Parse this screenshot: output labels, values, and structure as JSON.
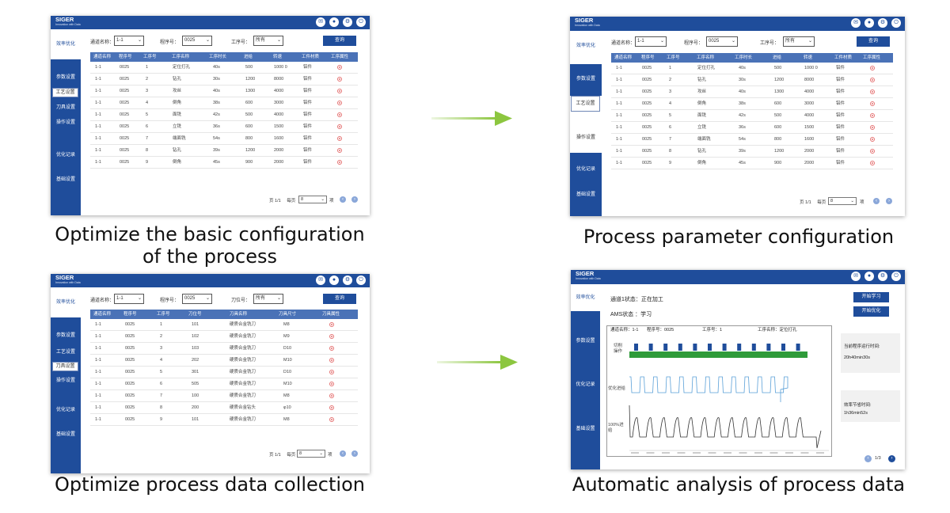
{
  "app": {
    "brand": "SIGER",
    "brand_sub": "Innovation with Data"
  },
  "top_icons": [
    "chat-icon",
    "user-icon",
    "settings-icon",
    "power-icon"
  ],
  "captions": {
    "p1": "Optimize the basic configuration of the process",
    "p2": "Process parameter configuration",
    "p3": "Optimize process data collection",
    "p4": "Automatic analysis of process data"
  },
  "sidebar": {
    "efficiency": "效率优化",
    "params": "参数设置",
    "process": "工艺设置",
    "tool": "刀具设置",
    "operation": "操作设置",
    "optimize_record": "优化记录",
    "basic": "基础设置"
  },
  "filters": {
    "channel_label": "通道名称：",
    "channel_value": "1-1",
    "program_label": "程序号：",
    "program_value": "0025",
    "step_label": "工序号：",
    "tool_pos_label": "刀位号：",
    "all_value": "所有",
    "query": "查询"
  },
  "process_table": {
    "headers": [
      "通道名称",
      "程序号",
      "工序号",
      "工序名称",
      "工序时长",
      "进给",
      "转速",
      "工件材质",
      "工序属性"
    ],
    "rows": [
      [
        "1-1",
        "0025",
        "1",
        "定位打孔",
        "40s",
        "500",
        "1000 0",
        "铝件"
      ],
      [
        "1-1",
        "0025",
        "2",
        "钻孔",
        "30s",
        "1200",
        "8000",
        "铝件"
      ],
      [
        "1-1",
        "0025",
        "3",
        "攻丝",
        "40s",
        "1300",
        "4000",
        "铝件"
      ],
      [
        "1-1",
        "0025",
        "4",
        "倒角",
        "38s",
        "600",
        "3000",
        "铝件"
      ],
      [
        "1-1",
        "0025",
        "5",
        "面铣",
        "42s",
        "500",
        "4000",
        "铝件"
      ],
      [
        "1-1",
        "0025",
        "6",
        "立铣",
        "36s",
        "600",
        "1500",
        "铝件"
      ],
      [
        "1-1",
        "0025",
        "7",
        "端面铣",
        "54s",
        "800",
        "1600",
        "铝件"
      ],
      [
        "1-1",
        "0025",
        "8",
        "钻孔",
        "39s",
        "1200",
        "2000",
        "铝件"
      ],
      [
        "1-1",
        "0025",
        "9",
        "倒角",
        "45s",
        "900",
        "2000",
        "铝件"
      ]
    ]
  },
  "tool_table": {
    "headers": [
      "通道名称",
      "程序号",
      "工序号",
      "刀位号",
      "刀具名称",
      "刀具尺寸",
      "刀具属性"
    ],
    "rows": [
      [
        "1-1",
        "0025",
        "1",
        "101",
        "硬质合金铣刀",
        "M8"
      ],
      [
        "1-1",
        "0025",
        "2",
        "102",
        "硬质合金铣刀",
        "M9"
      ],
      [
        "1-1",
        "0025",
        "3",
        "103",
        "硬质合金铣刀",
        "D10"
      ],
      [
        "1-1",
        "0025",
        "4",
        "202",
        "硬质合金铣刀",
        "M10"
      ],
      [
        "1-1",
        "0025",
        "5",
        "301",
        "硬质合金铣刀",
        "D10"
      ],
      [
        "1-1",
        "0025",
        "6",
        "505",
        "硬质合金铣刀",
        "M10"
      ],
      [
        "1-1",
        "0025",
        "7",
        "100",
        "硬质合金铣刀",
        "M8"
      ],
      [
        "1-1",
        "0025",
        "8",
        "200",
        "硬质合金钻头",
        "φ10"
      ],
      [
        "1-1",
        "0025",
        "9",
        "101",
        "硬质合金铣刀",
        "M8"
      ]
    ]
  },
  "pager": {
    "page": "页 1/1",
    "per_page_label": "每页",
    "per_page_value": "8",
    "unit": "项"
  },
  "analysis": {
    "channel_status": "通道1状态：正在加工",
    "ams_status": "AMS状态 ：学习",
    "start_learn": "开始学习",
    "start_optimize": "开始优化",
    "chart_header": [
      "通道名称：1-1",
      "程序号：0025",
      "工序号：1",
      "工序名称：定位打孔"
    ],
    "row_labels": {
      "cut": "切削操作",
      "opt": "优化进给",
      "full": "100%进给"
    },
    "current_run_label": "当前程序运行时间:",
    "current_run_value": "20h40min30s",
    "saved_label": "效率节省时间:",
    "saved_value": "1h36min52s",
    "page": "1/3"
  },
  "colors": {
    "brand": "#1f4d9b",
    "header": "#4a72b7",
    "arrow": "#8cc63f",
    "cut_bar": "#2f9b3a",
    "opt_line": "#5aa0d8"
  }
}
